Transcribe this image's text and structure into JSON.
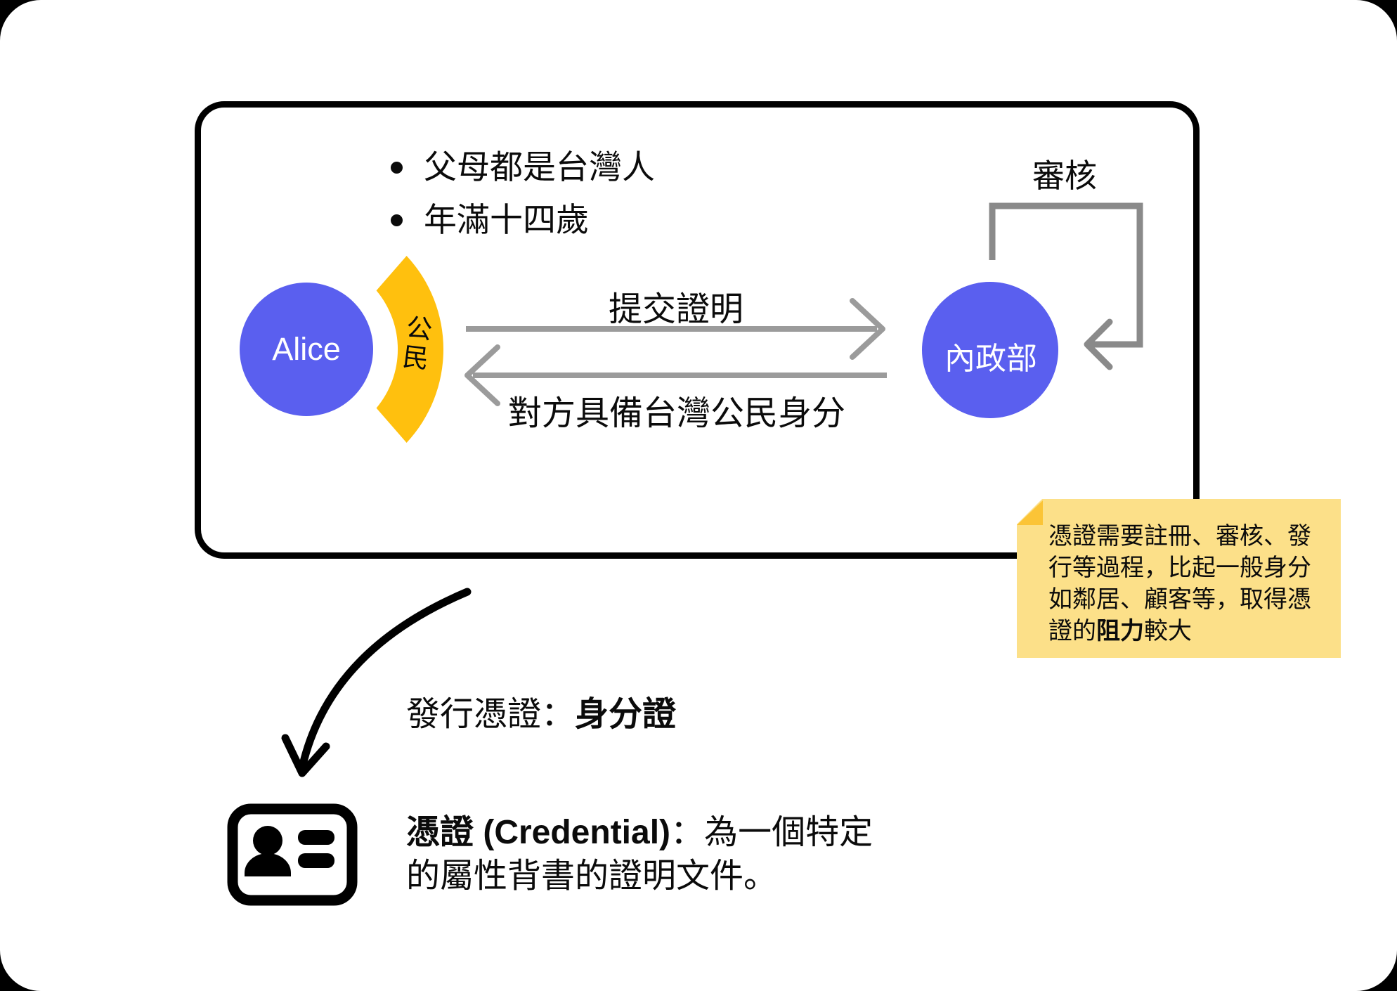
{
  "box": {
    "requirements": [
      "父母都是台灣人",
      "年滿十四歲"
    ],
    "alice_label": "Alice",
    "relation_label": "公民",
    "authority_label": "內政部",
    "review_label": "審核",
    "submit_arrow_label": "提交證明",
    "reply_arrow_label": "對方具備台灣公民身分"
  },
  "sticky_note": {
    "text_pre": "憑證需要註冊、審核、發行等過程，比起一般身分如鄰居、顧客等，取得憑證的",
    "text_bold": "阻力",
    "text_post": "較大"
  },
  "issue_callout": {
    "prefix": "發行憑證：",
    "credential_name": "身分證"
  },
  "definition": {
    "term": "憑證 (Credential)",
    "colon": "：",
    "description": "為一個特定的屬性背書的證明文件。"
  },
  "colors": {
    "accent_blue": "#5A5FEF",
    "accent_yellow": "#FFC00E",
    "note_bg": "#FCE089",
    "note_fold": "#FBC437",
    "arrow_gray": "#9B9B9B",
    "loop_gray": "#8A8A8A"
  }
}
